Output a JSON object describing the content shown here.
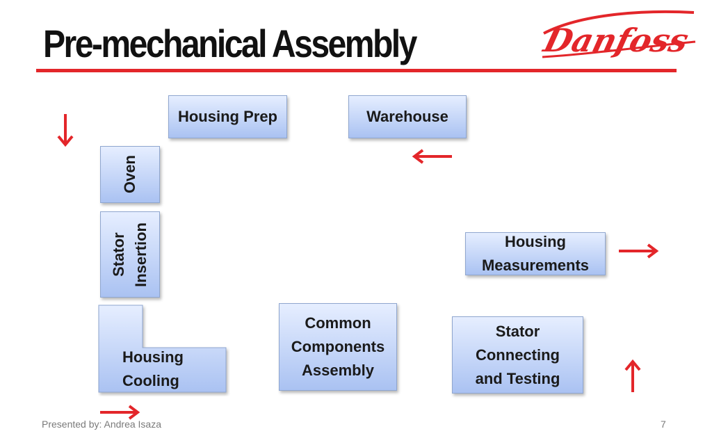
{
  "slide": {
    "title": "Pre-mechanical Assembly",
    "logo_text": "Danfoss",
    "accent_color": "#e3262a",
    "box_color": "#c6d6f7"
  },
  "stations": {
    "housing_prep": "Housing Prep",
    "warehouse": "Warehouse",
    "oven": "Oven",
    "stator_insertion": [
      "Stator",
      "Insertion"
    ],
    "housing_measurements": [
      "Housing",
      "Measurements"
    ],
    "housing_cooling": [
      "Housing",
      "Cooling"
    ],
    "common_components_assembly": [
      "Common",
      "Components",
      "Assembly"
    ],
    "stator_connecting_testing": [
      "Stator",
      "Connecting",
      "and Testing"
    ]
  },
  "flow_arrows": [
    "arrow-down",
    "arrow-left",
    "arrow-right",
    "arrow-up",
    "arrow-right"
  ],
  "footer": {
    "presenter": "Presented by: Andrea Isaza",
    "page_number": "7"
  }
}
